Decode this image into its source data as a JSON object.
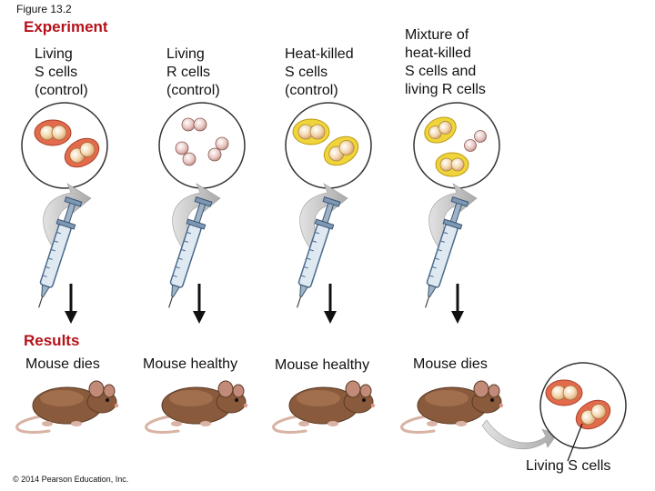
{
  "figure_label": "Figure 13.2",
  "experiment_label": "Experiment",
  "results_label": "Results",
  "columns": [
    {
      "heading": "Living\nS cells\n(control)",
      "outcome": "Mouse dies",
      "syringe_color": "#f4b7a0",
      "cells": "S"
    },
    {
      "heading": "Living\nR cells\n(control)",
      "outcome": "Mouse healthy",
      "syringe_color": "#9b7a5a",
      "cells": "R"
    },
    {
      "heading": "Heat-killed\nS cells\n(control)",
      "outcome": "Mouse healthy",
      "syringe_color": "#f6ec7a",
      "cells": "heat-killed-S"
    },
    {
      "heading": "Mixture of\nheat-killed\nS cells and\nliving R cells",
      "outcome": "Mouse dies",
      "syringe_color": "#f7dc86",
      "cells": "mixture"
    }
  ],
  "result_callout": "Living S cells",
  "copyright": "© 2014 Pearson Education, Inc.",
  "colors": {
    "section_heading": "#b5121b",
    "s_capsule": "#e36b4c",
    "heat_killed_capsule": "#f0d43a",
    "r_cell": "#d9a8a5",
    "mouse": "#8a5a3c",
    "curved_arrow": "#c9c9c9"
  }
}
